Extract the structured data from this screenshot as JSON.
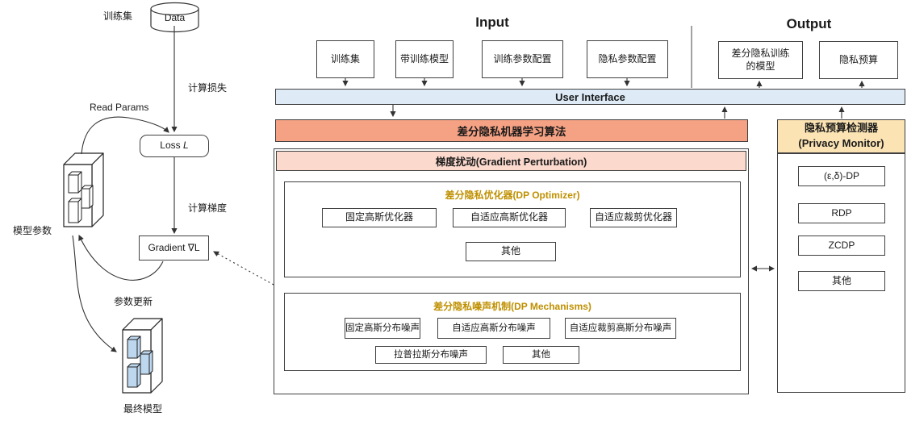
{
  "colors": {
    "ui_bar_fill": "#DEEBF7",
    "algorithm_bar_fill": "#F5A183",
    "perturbation_bar_fill": "#FBD9CD",
    "monitor_header_fill": "#FBE3B3",
    "gold_title_text": "#BF9000",
    "final_model_box_fill": "#BDD7EE",
    "line_color": "#333333"
  },
  "left_flow": {
    "dataset_label": "训练集",
    "data_store_label": "Data",
    "compute_loss_label": "计算损失",
    "read_params_label": "Read Params",
    "loss_label": "Loss",
    "loss_var": "L",
    "compute_gradient_label": "计算梯度",
    "gradient_label": "Gradient ∇L",
    "model_params_label": "模型参数",
    "param_update_label": "参数更新",
    "final_model_label": "最终模型"
  },
  "sections": {
    "input_title": "Input",
    "output_title": "Output",
    "ui_bar_label": "User Interface",
    "algorithm_bar_label": "差分隐私机器学习算法",
    "perturbation_bar_label": "梯度扰动(Gradient Perturbation)"
  },
  "input_boxes": [
    "训练集",
    "带训练模型",
    "训练参数配置",
    "隐私参数配置"
  ],
  "output_boxes": [
    {
      "lines": [
        "差分隐私训练",
        "的模型"
      ]
    },
    {
      "lines": [
        "隐私预算"
      ]
    }
  ],
  "optimizer": {
    "title": "差分隐私优化器(DP Optimizer)",
    "items": [
      "固定高斯优化器",
      "自适应高斯优化器",
      "自适应裁剪优化器"
    ],
    "other_label": "其他"
  },
  "mechanisms": {
    "title": "差分隐私噪声机制(DP Mechanisms)",
    "row1": [
      "固定高斯分布噪声",
      "自适应高斯分布噪声",
      "自适应裁剪高斯分布噪声"
    ],
    "row2": [
      "拉普拉斯分布噪声",
      "其他"
    ]
  },
  "privacy_monitor": {
    "title_line1": "隐私预算检测器",
    "title_line2": "(Privacy Monitor)",
    "items": [
      "(ε,δ)-DP",
      "RDP",
      "ZCDP",
      "其他"
    ]
  }
}
